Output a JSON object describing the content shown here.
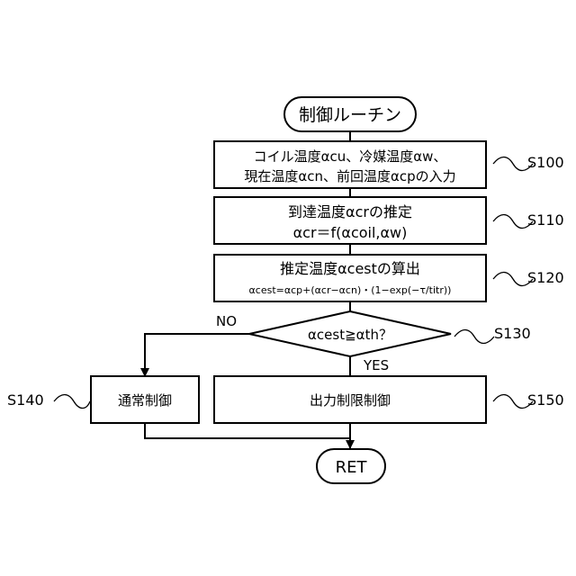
{
  "start": {
    "label": "制御ルーチン"
  },
  "steps": {
    "s100": {
      "id": "S100",
      "line1": "コイル温度αcu、冷媒温度αw、",
      "line2": "現在温度αcn、前回温度αcpの入力"
    },
    "s110": {
      "id": "S110",
      "line1": "到達温度αcrの推定",
      "line2": "αcr＝f(αcoil,αw)"
    },
    "s120": {
      "id": "S120",
      "line1": "推定温度αcestの算出",
      "line2": "αcest=αcp+(αcr−αcn)・(1−exp(−τ/titr))"
    },
    "s130": {
      "id": "S130",
      "label": "αcest≧αth？",
      "no_label": "NO",
      "yes_label": "YES"
    },
    "s140": {
      "id": "S140",
      "label": "通常制御"
    },
    "s150": {
      "id": "S150",
      "label": "出力制限制御"
    }
  },
  "end": {
    "label": "RET"
  }
}
